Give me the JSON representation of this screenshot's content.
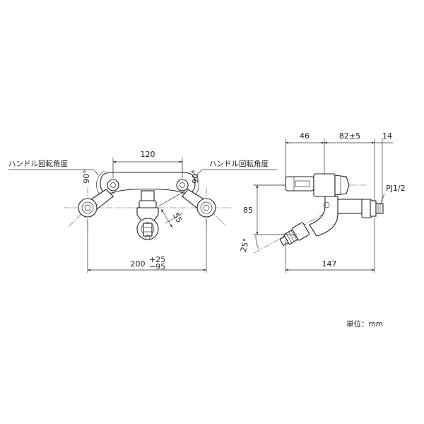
{
  "front_view": {
    "handle_angle_left": "ハンドル回転角度",
    "handle_angle_right": "ハンドル回転角度",
    "angle_left": "90°",
    "angle_right": "90°",
    "dim_top": "120",
    "dim_diag": "55",
    "dim_bottom_main": "200",
    "dim_bottom_plus": "+25",
    "dim_bottom_minus": "−95"
  },
  "side_view": {
    "dim_46": "46",
    "dim_82": "82±5",
    "dim_14": "14",
    "pj": "PJ1/2",
    "dim_85": "85",
    "angle_25": "25°",
    "dim_147": "147"
  },
  "unit_label": "単位：mm"
}
